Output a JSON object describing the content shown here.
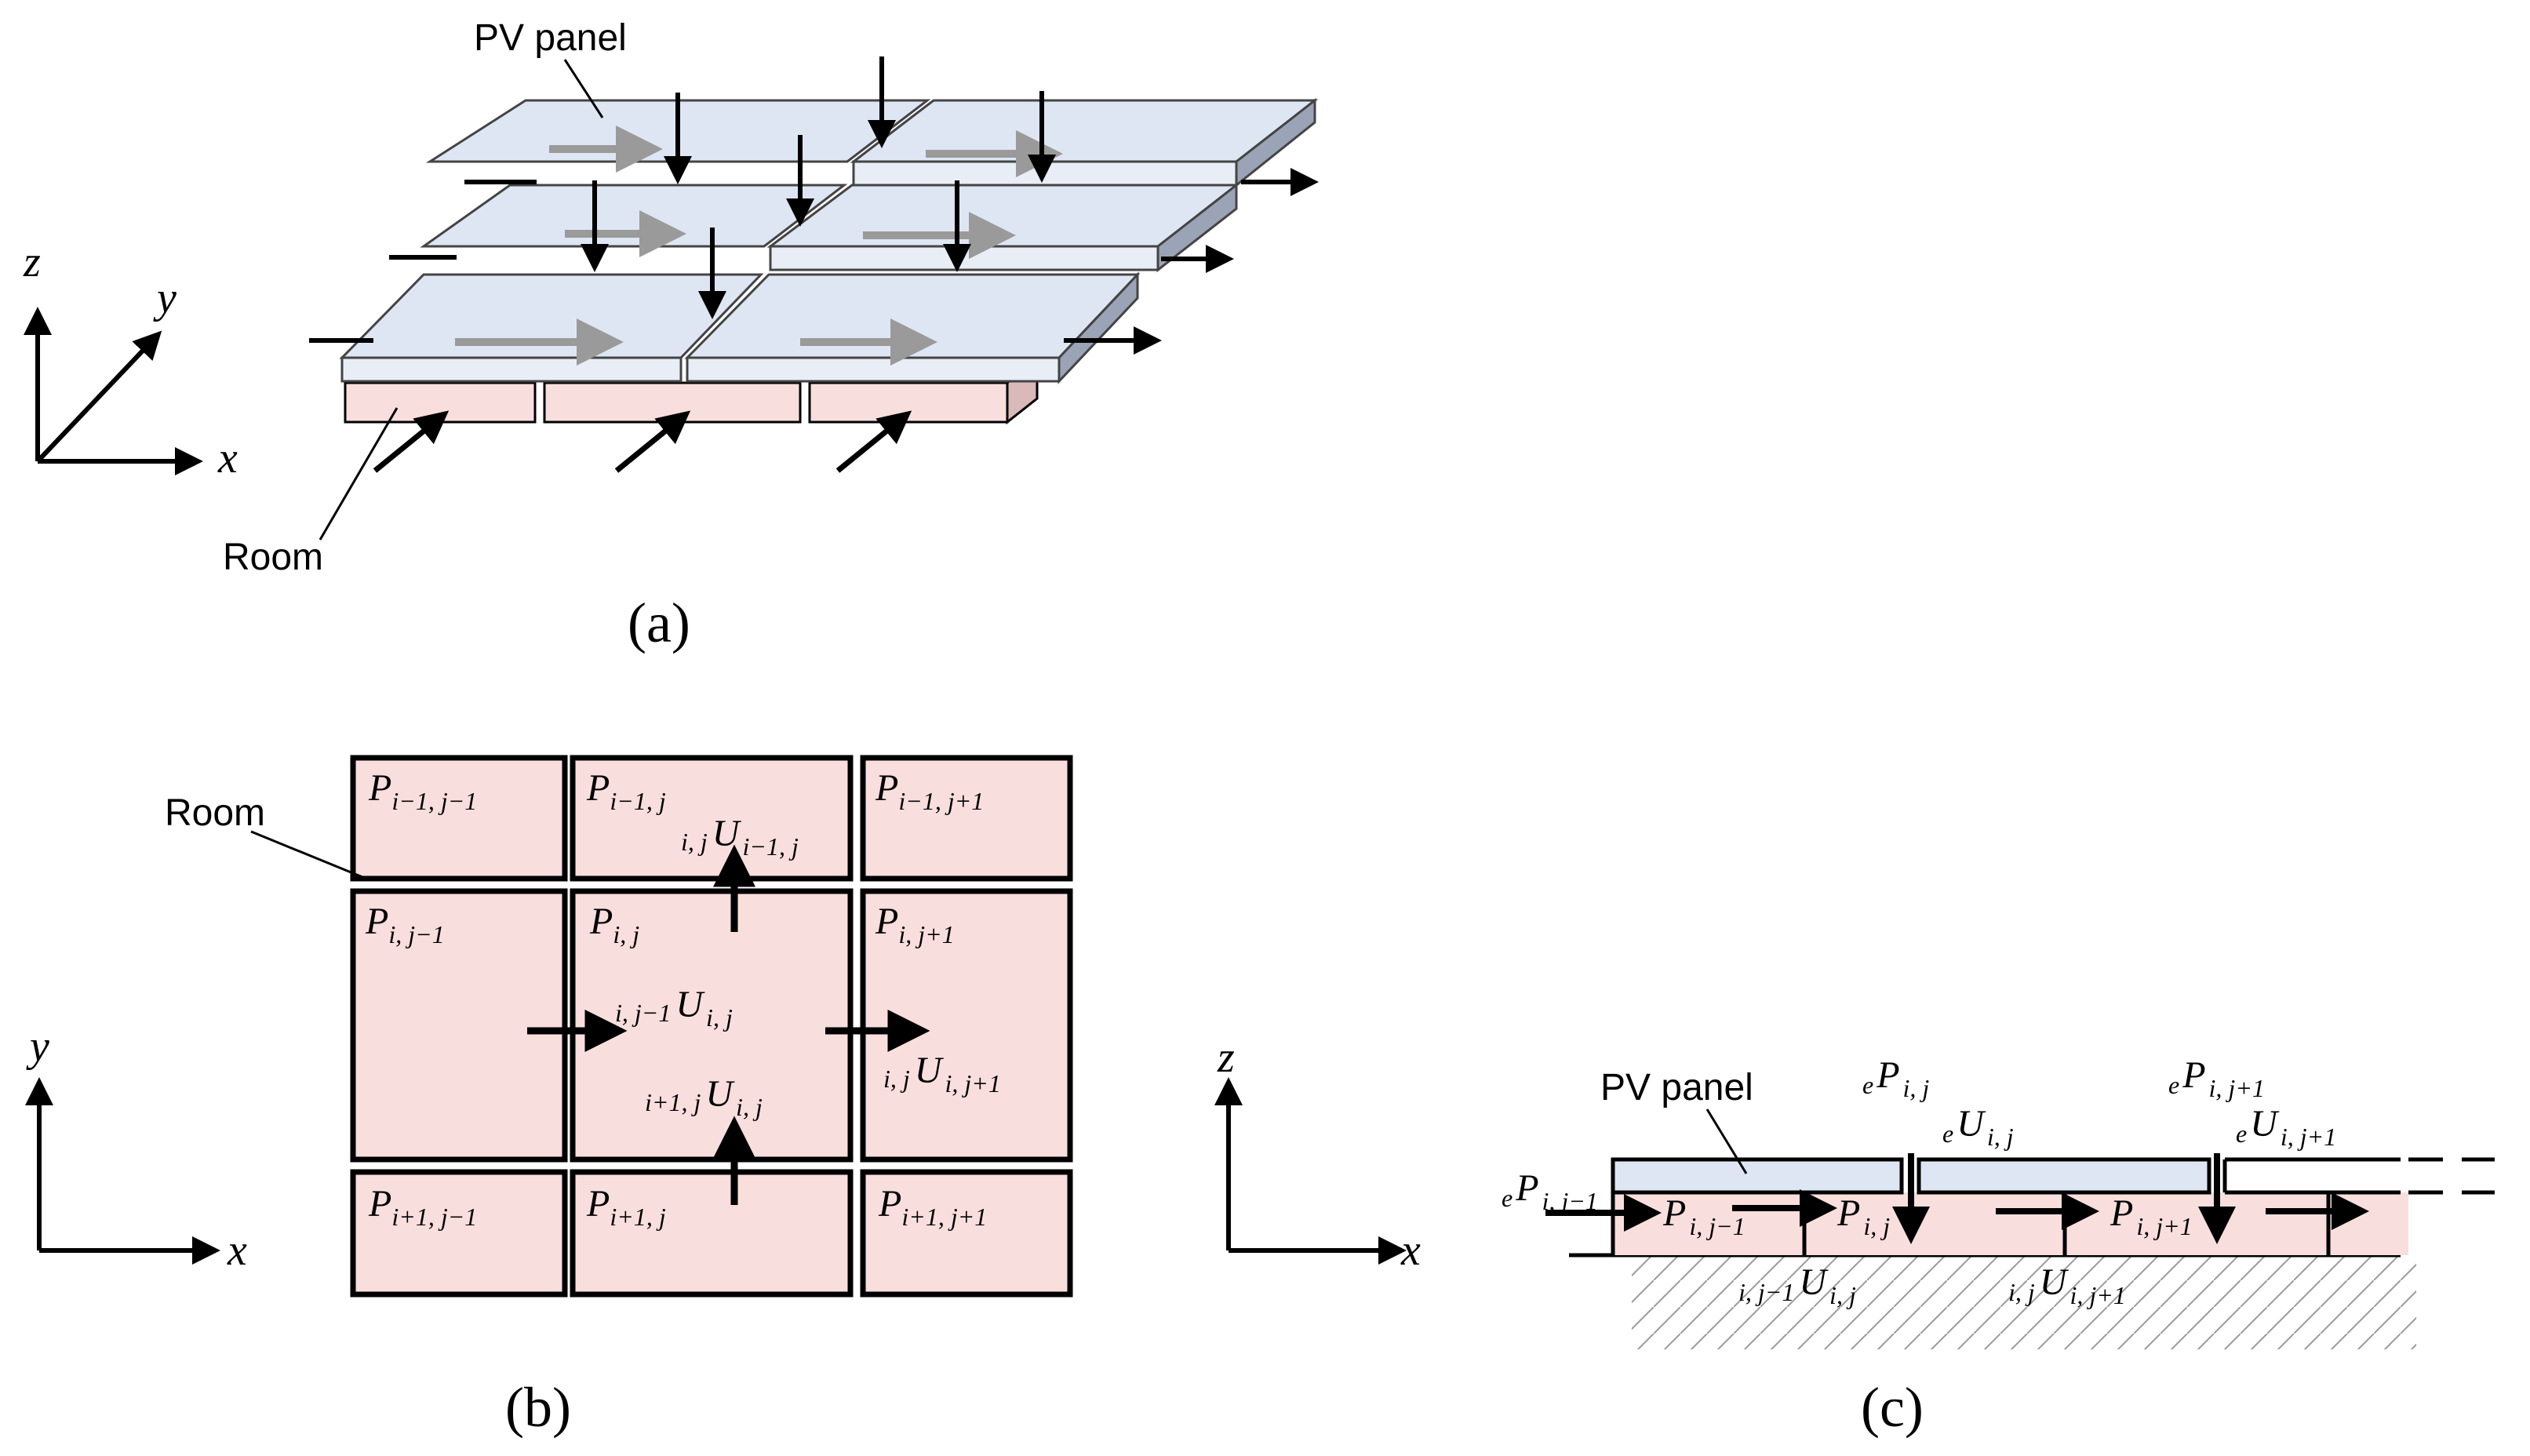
{
  "panel_a": {
    "caption": "(a)",
    "pv_label": "PV panel",
    "room_label": "Room",
    "axes": {
      "x": "x",
      "y": "y",
      "z": "z"
    }
  },
  "panel_b": {
    "caption": "(b)",
    "room_label": "Room",
    "axes": {
      "x": "x",
      "y": "y"
    },
    "cells": [
      {
        "base": "P",
        "sub": "i−1, j−1"
      },
      {
        "base": "P",
        "sub": "i−1, j"
      },
      {
        "base": "P",
        "sub": "i−1, j+1"
      },
      {
        "base": "P",
        "sub": "i, j−1"
      },
      {
        "base": "P",
        "sub": "i, j"
      },
      {
        "base": "P",
        "sub": "i, j+1"
      },
      {
        "base": "P",
        "sub": "i+1, j−1"
      },
      {
        "base": "P",
        "sub": "i+1, j"
      },
      {
        "base": "P",
        "sub": "i+1, j+1"
      }
    ],
    "flows": [
      {
        "pre": "i, j",
        "base": "U",
        "sub": "i−1, j"
      },
      {
        "pre": "i, j−1",
        "base": "U",
        "sub": "i, j"
      },
      {
        "pre": "i, j",
        "base": "U",
        "sub": "i, j+1"
      },
      {
        "pre": "i+1, j",
        "base": "U",
        "sub": "i, j"
      }
    ]
  },
  "panel_c": {
    "caption": "(c)",
    "pv_label": "PV panel",
    "axes": {
      "x": "x",
      "z": "z"
    },
    "ext_pressures": [
      {
        "pre": "e",
        "base": "P",
        "sub": "i, j−1"
      },
      {
        "pre": "e",
        "base": "P",
        "sub": "i, j"
      },
      {
        "pre": "e",
        "base": "P",
        "sub": "i, j+1"
      }
    ],
    "ext_flows": [
      {
        "pre": "e",
        "base": "U",
        "sub": "i, j"
      },
      {
        "pre": "e",
        "base": "U",
        "sub": "i, j+1"
      }
    ],
    "room_pressures": [
      {
        "base": "P",
        "sub": "i, j−1"
      },
      {
        "base": "P",
        "sub": "i, j"
      },
      {
        "base": "P",
        "sub": "i, j+1"
      }
    ],
    "room_flows": [
      {
        "pre": "i, j−1",
        "base": "U",
        "sub": "i, j"
      },
      {
        "pre": "i, j",
        "base": "U",
        "sub": "i, j+1"
      }
    ]
  },
  "colors": {
    "room_fill": "#f9dede",
    "pv_fill": "#dfe6f3",
    "pv_side": "#9aa4b6",
    "ink": "#000000"
  }
}
